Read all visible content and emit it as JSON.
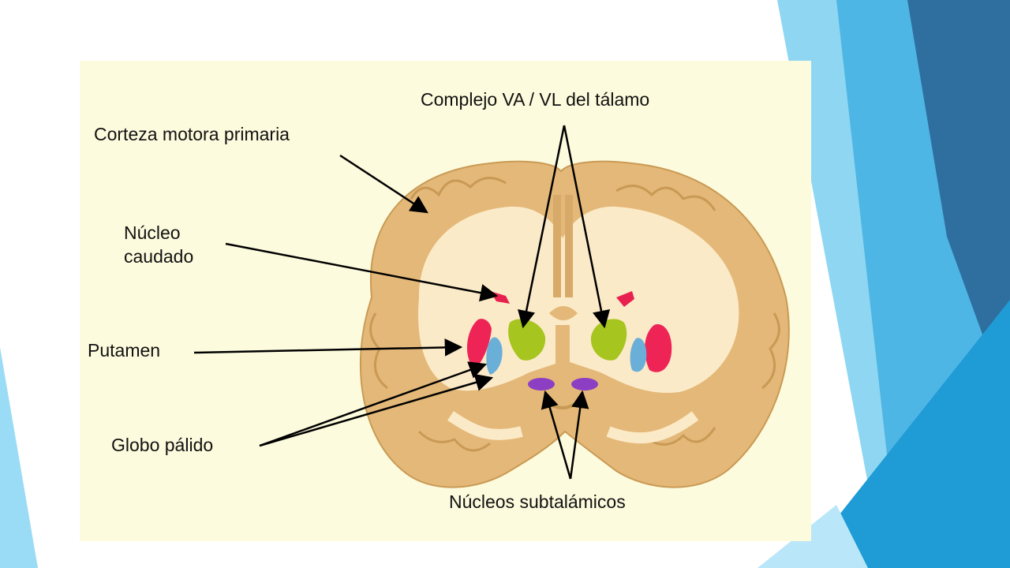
{
  "diagram": {
    "labels": {
      "thalamus_complex": "Complejo VA / VL del tálamo",
      "primary_motor_cortex": "Corteza motora primaria",
      "caudate_line1": "Núcleo",
      "caudate_line2": "caudado",
      "putamen": "Putamen",
      "globus_pallidus": "Globo pálido",
      "subthalamic_nuclei": "Núcleos subtalámicos"
    },
    "colors": {
      "slide_accent_dark": "#2e6f9e",
      "slide_accent_mid": "#3da3d8",
      "slide_accent_light": "#7fcff0",
      "figure_background": "#fdfbdd",
      "brain_tissue": "#e4b878",
      "brain_inner": "#fbeac8",
      "caudate": "#e8204f",
      "putamen": "#ee2456",
      "globus_pallidus": "#6aafd8",
      "thalamus": "#a6c51e",
      "subthalamic": "#8c3fc2"
    }
  }
}
